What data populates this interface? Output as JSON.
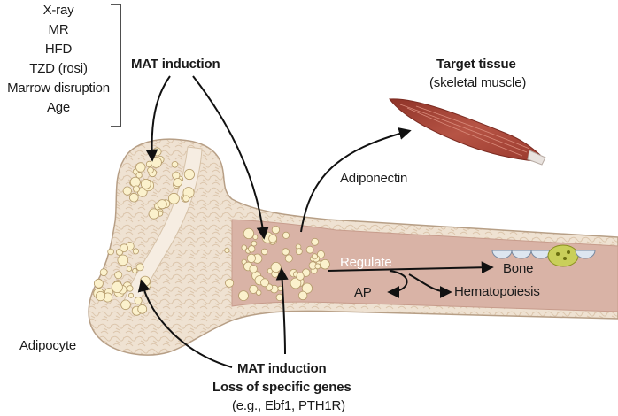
{
  "causes": [
    "X-ray",
    "MR",
    "HFD",
    "TZD (rosi)",
    "Marrow disruption",
    "Age"
  ],
  "labels": {
    "mat_induction_top": "MAT induction",
    "target_tissue_title": "Target tissue",
    "target_tissue_sub": "(skeletal muscle)",
    "adiponectin": "Adiponectin",
    "regulate": "Regulate",
    "bone": "Bone",
    "ap": "AP",
    "hematopoiesis": "Hematopoiesis",
    "adipocyte": "Adipocyte",
    "mat_induction_bottom": "MAT induction",
    "loss_of_genes": "Loss of specific genes",
    "genes_example": "(e.g., Ebf1, PTH1R)"
  },
  "colors": {
    "bone_outer": "#efe2d2",
    "bone_outline": "#b79f86",
    "marrow": "#d9b3a6",
    "adipocyte_fill": "#fbf1cc",
    "adipocyte_stroke": "#b49a6a",
    "muscle": "#a9473a",
    "osteoblast": "#dde6f0",
    "osteoclast": "#c9cf5a",
    "arrow": "#111111"
  }
}
